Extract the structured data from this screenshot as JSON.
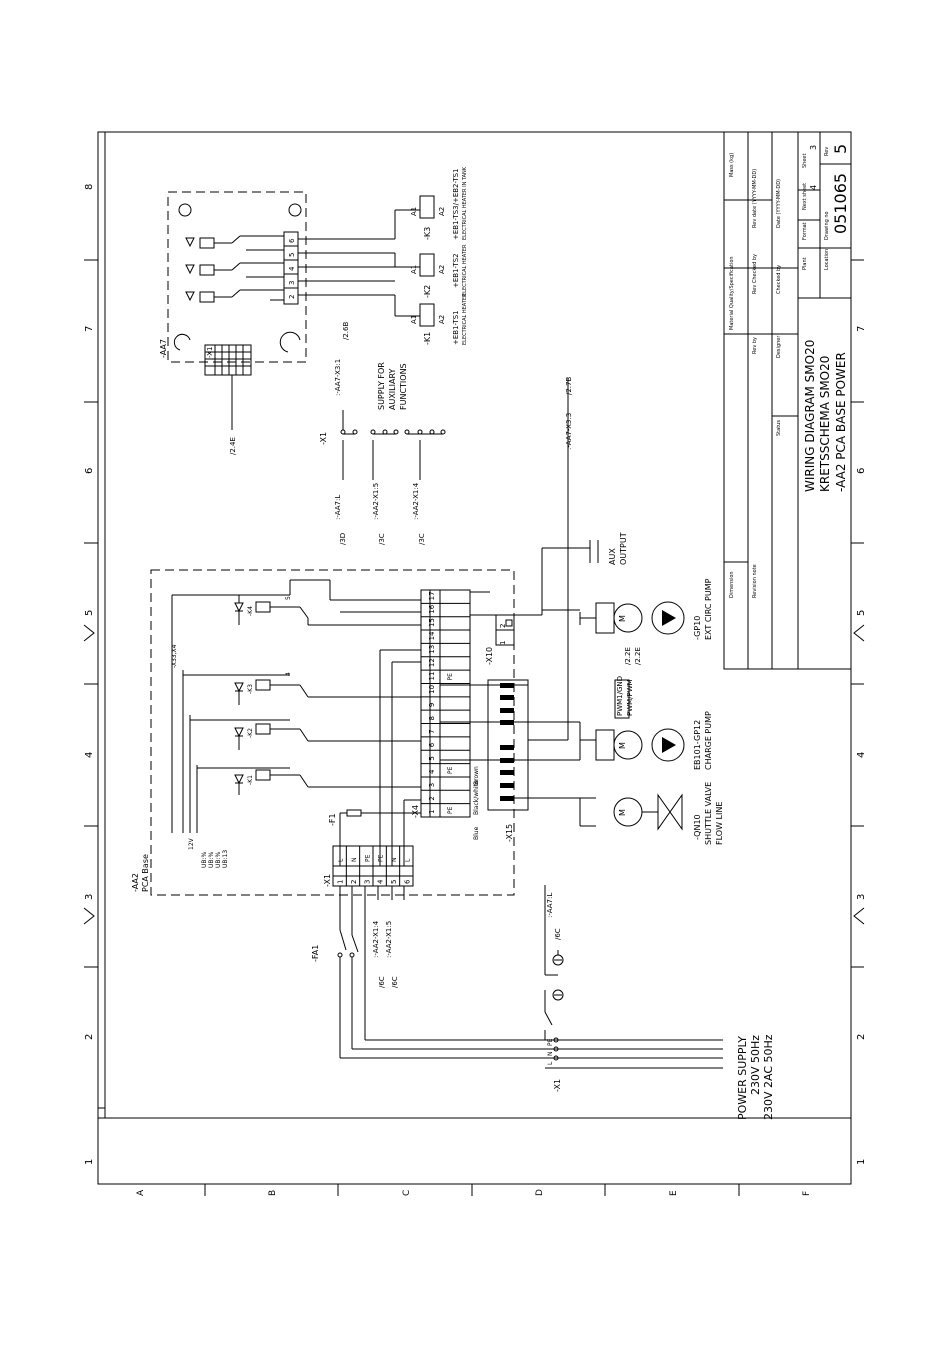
{
  "title_block": {
    "title_line1": "WIRING DIAGRAM SMO20",
    "title_line2": "KRETSSCHEMA SMO20",
    "title_line3": "-AA2 PCA BASE POWER",
    "drawing_no": "051065",
    "rev": "5",
    "next_sheet": "4",
    "sheet": "3",
    "labels": {
      "mass": "Mass (kg)",
      "material": "Material Quality/Specification",
      "rev_date": "Rev date (YYYY-MM-DD)",
      "rev_checked_by": "Rev Checked by",
      "rev_by": "Rev by",
      "date": "Date (YYYY-MM-DD)",
      "checked_by": "Checked by",
      "designer": "Designer",
      "status": "Status",
      "dimension": "Dimension",
      "revision_note": "Revision note",
      "plant": "Plant",
      "format": "Format",
      "location": "Location",
      "drawing_no_label": "Drawing no",
      "next_sheet_label": "Next sheet",
      "sheet_label": "Sheet",
      "rev_label": "Rev"
    }
  },
  "frame": {
    "column_numbers": [
      "1",
      "2",
      "3",
      "4",
      "5",
      "6",
      "7",
      "8"
    ],
    "row_letters": [
      "A",
      "B",
      "C",
      "D",
      "E",
      "F"
    ]
  },
  "power_supply": {
    "title": "POWER SUPPLY",
    "line1": "230V 50Hz",
    "line2": "230V 2AC 50Hz",
    "terminal": "-X1",
    "pins": [
      "L",
      "N",
      "PE"
    ]
  },
  "components": {
    "pca_base": "-AA2",
    "pca_base_sub": "PCA Base",
    "breaker": "-FA1",
    "fuse": "-F1",
    "terminal_x1": "-X1",
    "terminal_x4": "-X4",
    "terminal_x10": "-X10",
    "terminal_x15": "-X15",
    "terminal_x33": "-X33,X4",
    "aa7": "-AA7",
    "aa7_x1": "-X1",
    "supply_aux": [
      "SUPPLY FOR",
      "AUXILIARY",
      "FUNCTIONS"
    ],
    "aux_output": [
      "AUX",
      "OUTPUT"
    ],
    "ext_pump_tag": "-GP10",
    "ext_pump_name": "EXT CIRC PUMP",
    "charge_pump_tag": "EB101-GP12",
    "charge_pump_name": "CHARGE PUMP",
    "valve_tag": "-QN10",
    "valve_name1": "SHUTTLE VALVE",
    "valve_name2": "FLOW LINE",
    "pwm1": "PWM1/GND",
    "pwm2": "PWM/PWM",
    "heater1_tag": "+EB1-TS1",
    "heater2_tag": "+EB1-TS2",
    "heater3_tag": "+EB1-TS3/+EB2-TS1",
    "heater_label": "ELECTRICAL HEATER",
    "heater_tank_label": "ELECTRICAL HEATER IN TANK",
    "relays": [
      "-K1",
      "-K2",
      "-K3"
    ],
    "relay_contacts": [
      "A1",
      "A2"
    ],
    "board_relays": [
      "-K1",
      "-K2",
      "-K3",
      "-K4"
    ],
    "voltage_labels": [
      "12V",
      "UB:%",
      "UB:%",
      "UB:%",
      "UB:13"
    ],
    "wire_colors": [
      "Brown",
      "Black/white",
      "Blue"
    ]
  },
  "refs": {
    "r_24e": "/2.4E",
    "r_26b": "/2.6B",
    "r_27b": "/2.7B",
    "r_22e_a": "/2.2E",
    "r_22e_b": "/2.2E",
    "r_3d": "/3D",
    "r_3c_a": "/3C",
    "r_3c_b": "/3C",
    "r_6c_a": "/6C",
    "r_6c_b": "/6C",
    "r_6c_c": "/6C",
    "x31": ":-AA7-X3:1",
    "x33": ":-AA7-X3:3",
    "aa7l": ":-AA7:L",
    "aa2x14": ":-AA2-X1:4",
    "aa2x15": ":-AA2-X1:5",
    "aa7l_b": ":-AA7:L",
    "aa2x14_b": ":-AA2-X1:4",
    "aa2x15_b": ":-AA2-X1:5"
  },
  "x4_terminals": [
    "1",
    "2",
    "3",
    "4",
    "5",
    "6",
    "7",
    "8",
    "9",
    "10",
    "11",
    "12",
    "13",
    "14",
    "15",
    "16",
    "17"
  ],
  "x4_signals": [
    "PE",
    "",
    "",
    "PE",
    "",
    "",
    "",
    "",
    "",
    "",
    "PE",
    "",
    "",
    "",
    "",
    "",
    ""
  ],
  "x1_terminals": [
    "1",
    "2",
    "3",
    "4",
    "5",
    "6"
  ],
  "x1_signals": [
    "L",
    "N",
    "PE",
    "PE",
    "N",
    "L"
  ]
}
